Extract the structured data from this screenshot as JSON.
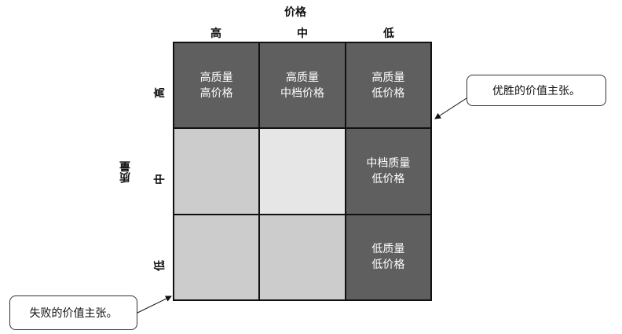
{
  "axes": {
    "price_title": "价格",
    "quality_title": "质量",
    "columns": [
      "高",
      "中",
      "低"
    ],
    "rows": [
      "高",
      "中",
      "低"
    ]
  },
  "cells": [
    {
      "text": "高质量\n高价格",
      "color": "#5f5f5f"
    },
    {
      "text": "高质量\n中档价格",
      "color": "#5f5f5f"
    },
    {
      "text": "高质量\n低价格",
      "color": "#5f5f5f"
    },
    {
      "text": "",
      "color": "#cccccc"
    },
    {
      "text": "",
      "color": "#e6e6e6"
    },
    {
      "text": "中档质量\n低价格",
      "color": "#5f5f5f"
    },
    {
      "text": "",
      "color": "#cccccc"
    },
    {
      "text": "",
      "color": "#cccccc"
    },
    {
      "text": "低质量\n低价格",
      "color": "#5f5f5f"
    }
  ],
  "callouts": {
    "superior": "优胜的价值主张。",
    "failing": "失败的价值主张。"
  }
}
